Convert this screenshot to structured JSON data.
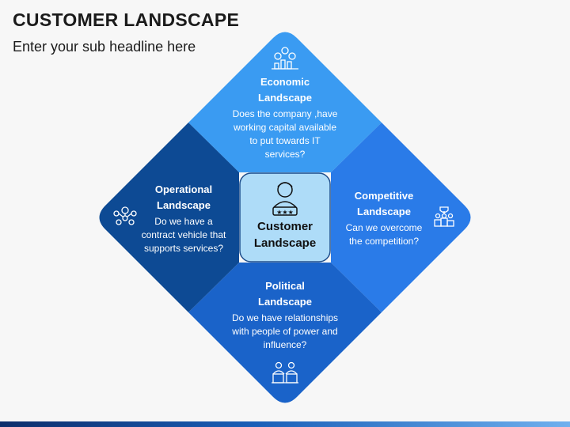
{
  "header": {
    "title": "CUSTOMER LANDSCAPE",
    "subtitle": "Enter your sub headline here"
  },
  "center": {
    "line1": "Customer",
    "line2": "Landscape"
  },
  "quadrants": {
    "economic": {
      "title_line1": "Economic",
      "title_line2": "Landscape",
      "lines": [
        "Does the company ,have",
        "working capital available",
        "to put towards IT",
        "services?"
      ]
    },
    "competitive": {
      "title_line1": "Competitive",
      "title_line2": "Landscape",
      "lines": [
        "Can we overcome",
        "the competition?"
      ]
    },
    "political": {
      "title_line1": "Political",
      "title_line2": "Landscape",
      "lines": [
        "Do we have relationships",
        "with people of power and",
        "influence?"
      ]
    },
    "operational": {
      "title_line1": "Operational",
      "title_line2": "Landscape",
      "lines": [
        "Do we have a",
        "contract vehicle that",
        "supports services?"
      ]
    }
  },
  "colors": {
    "economic": "#3a9bf2",
    "competitive": "#2a7be8",
    "political": "#1a63c9",
    "operational": "#0d4a94",
    "center_fill": "#aedcf8",
    "center_stroke": "#1f4e8c"
  }
}
